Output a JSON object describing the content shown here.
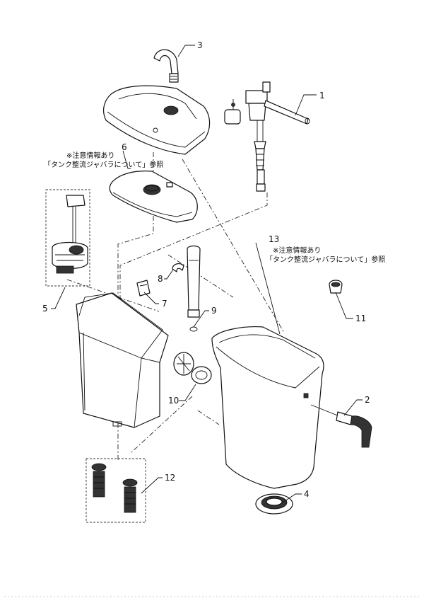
{
  "callouts": {
    "c1": "1",
    "c2": "2",
    "c3": "3",
    "c4": "4",
    "c5": "5",
    "c6": "6",
    "c7": "7",
    "c8": "8",
    "c9": "9",
    "c10": "10",
    "c11": "11",
    "c12": "12",
    "c13": "13"
  },
  "notes": {
    "part6_line1": "※注意情報あり",
    "part6_line2": "「タンク整流ジャバラについて」参照",
    "part13_line1": "※注意情報あり",
    "part13_line2": "「タンク整流ジャバラについて」参照"
  }
}
